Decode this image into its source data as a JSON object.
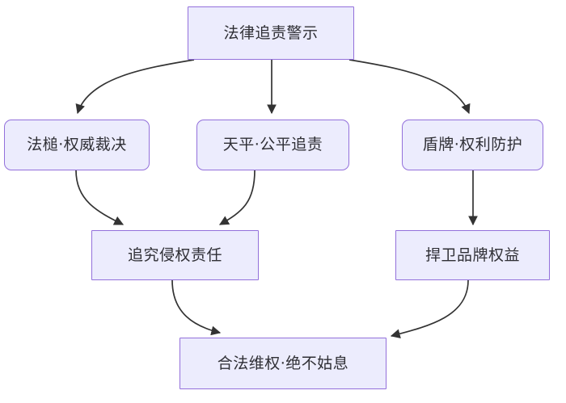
{
  "diagram": {
    "type": "flowchart",
    "direction": "top-down",
    "background_color": "#ffffff",
    "node_fill_color": "#ececfd",
    "node_border_color": "#9370db",
    "node_text_color": "#2f2f35",
    "edge_color": "#333333",
    "nodes": [
      {
        "id": "root",
        "label": "法律追责警示",
        "shape": "rectangle",
        "level": 0
      },
      {
        "id": "gavel",
        "label": "法槌·权威裁决",
        "shape": "rounded-rectangle",
        "level": 1
      },
      {
        "id": "scale",
        "label": "天平·公平追责",
        "shape": "rounded-rectangle",
        "level": 1
      },
      {
        "id": "shield",
        "label": "盾牌·权利防护",
        "shape": "rounded-rectangle",
        "level": 1
      },
      {
        "id": "pursue",
        "label": "追究侵权责任",
        "shape": "rectangle",
        "level": 2
      },
      {
        "id": "defend",
        "label": "捍卫品牌权益",
        "shape": "rectangle",
        "level": 2
      },
      {
        "id": "outcome",
        "label": "合法维权·绝不姑息",
        "shape": "rectangle",
        "level": 3
      }
    ],
    "edges": [
      {
        "from": "root",
        "to": "gavel",
        "style": "curved",
        "arrow": "filled-triangle"
      },
      {
        "from": "root",
        "to": "scale",
        "style": "straight",
        "arrow": "filled-triangle"
      },
      {
        "from": "root",
        "to": "shield",
        "style": "curved",
        "arrow": "filled-triangle"
      },
      {
        "from": "gavel",
        "to": "pursue",
        "style": "curved",
        "arrow": "filled-triangle"
      },
      {
        "from": "scale",
        "to": "pursue",
        "style": "curved",
        "arrow": "filled-triangle"
      },
      {
        "from": "shield",
        "to": "defend",
        "style": "straight",
        "arrow": "filled-triangle"
      },
      {
        "from": "pursue",
        "to": "outcome",
        "style": "curved",
        "arrow": "filled-triangle"
      },
      {
        "from": "defend",
        "to": "outcome",
        "style": "curved",
        "arrow": "filled-triangle"
      }
    ]
  }
}
